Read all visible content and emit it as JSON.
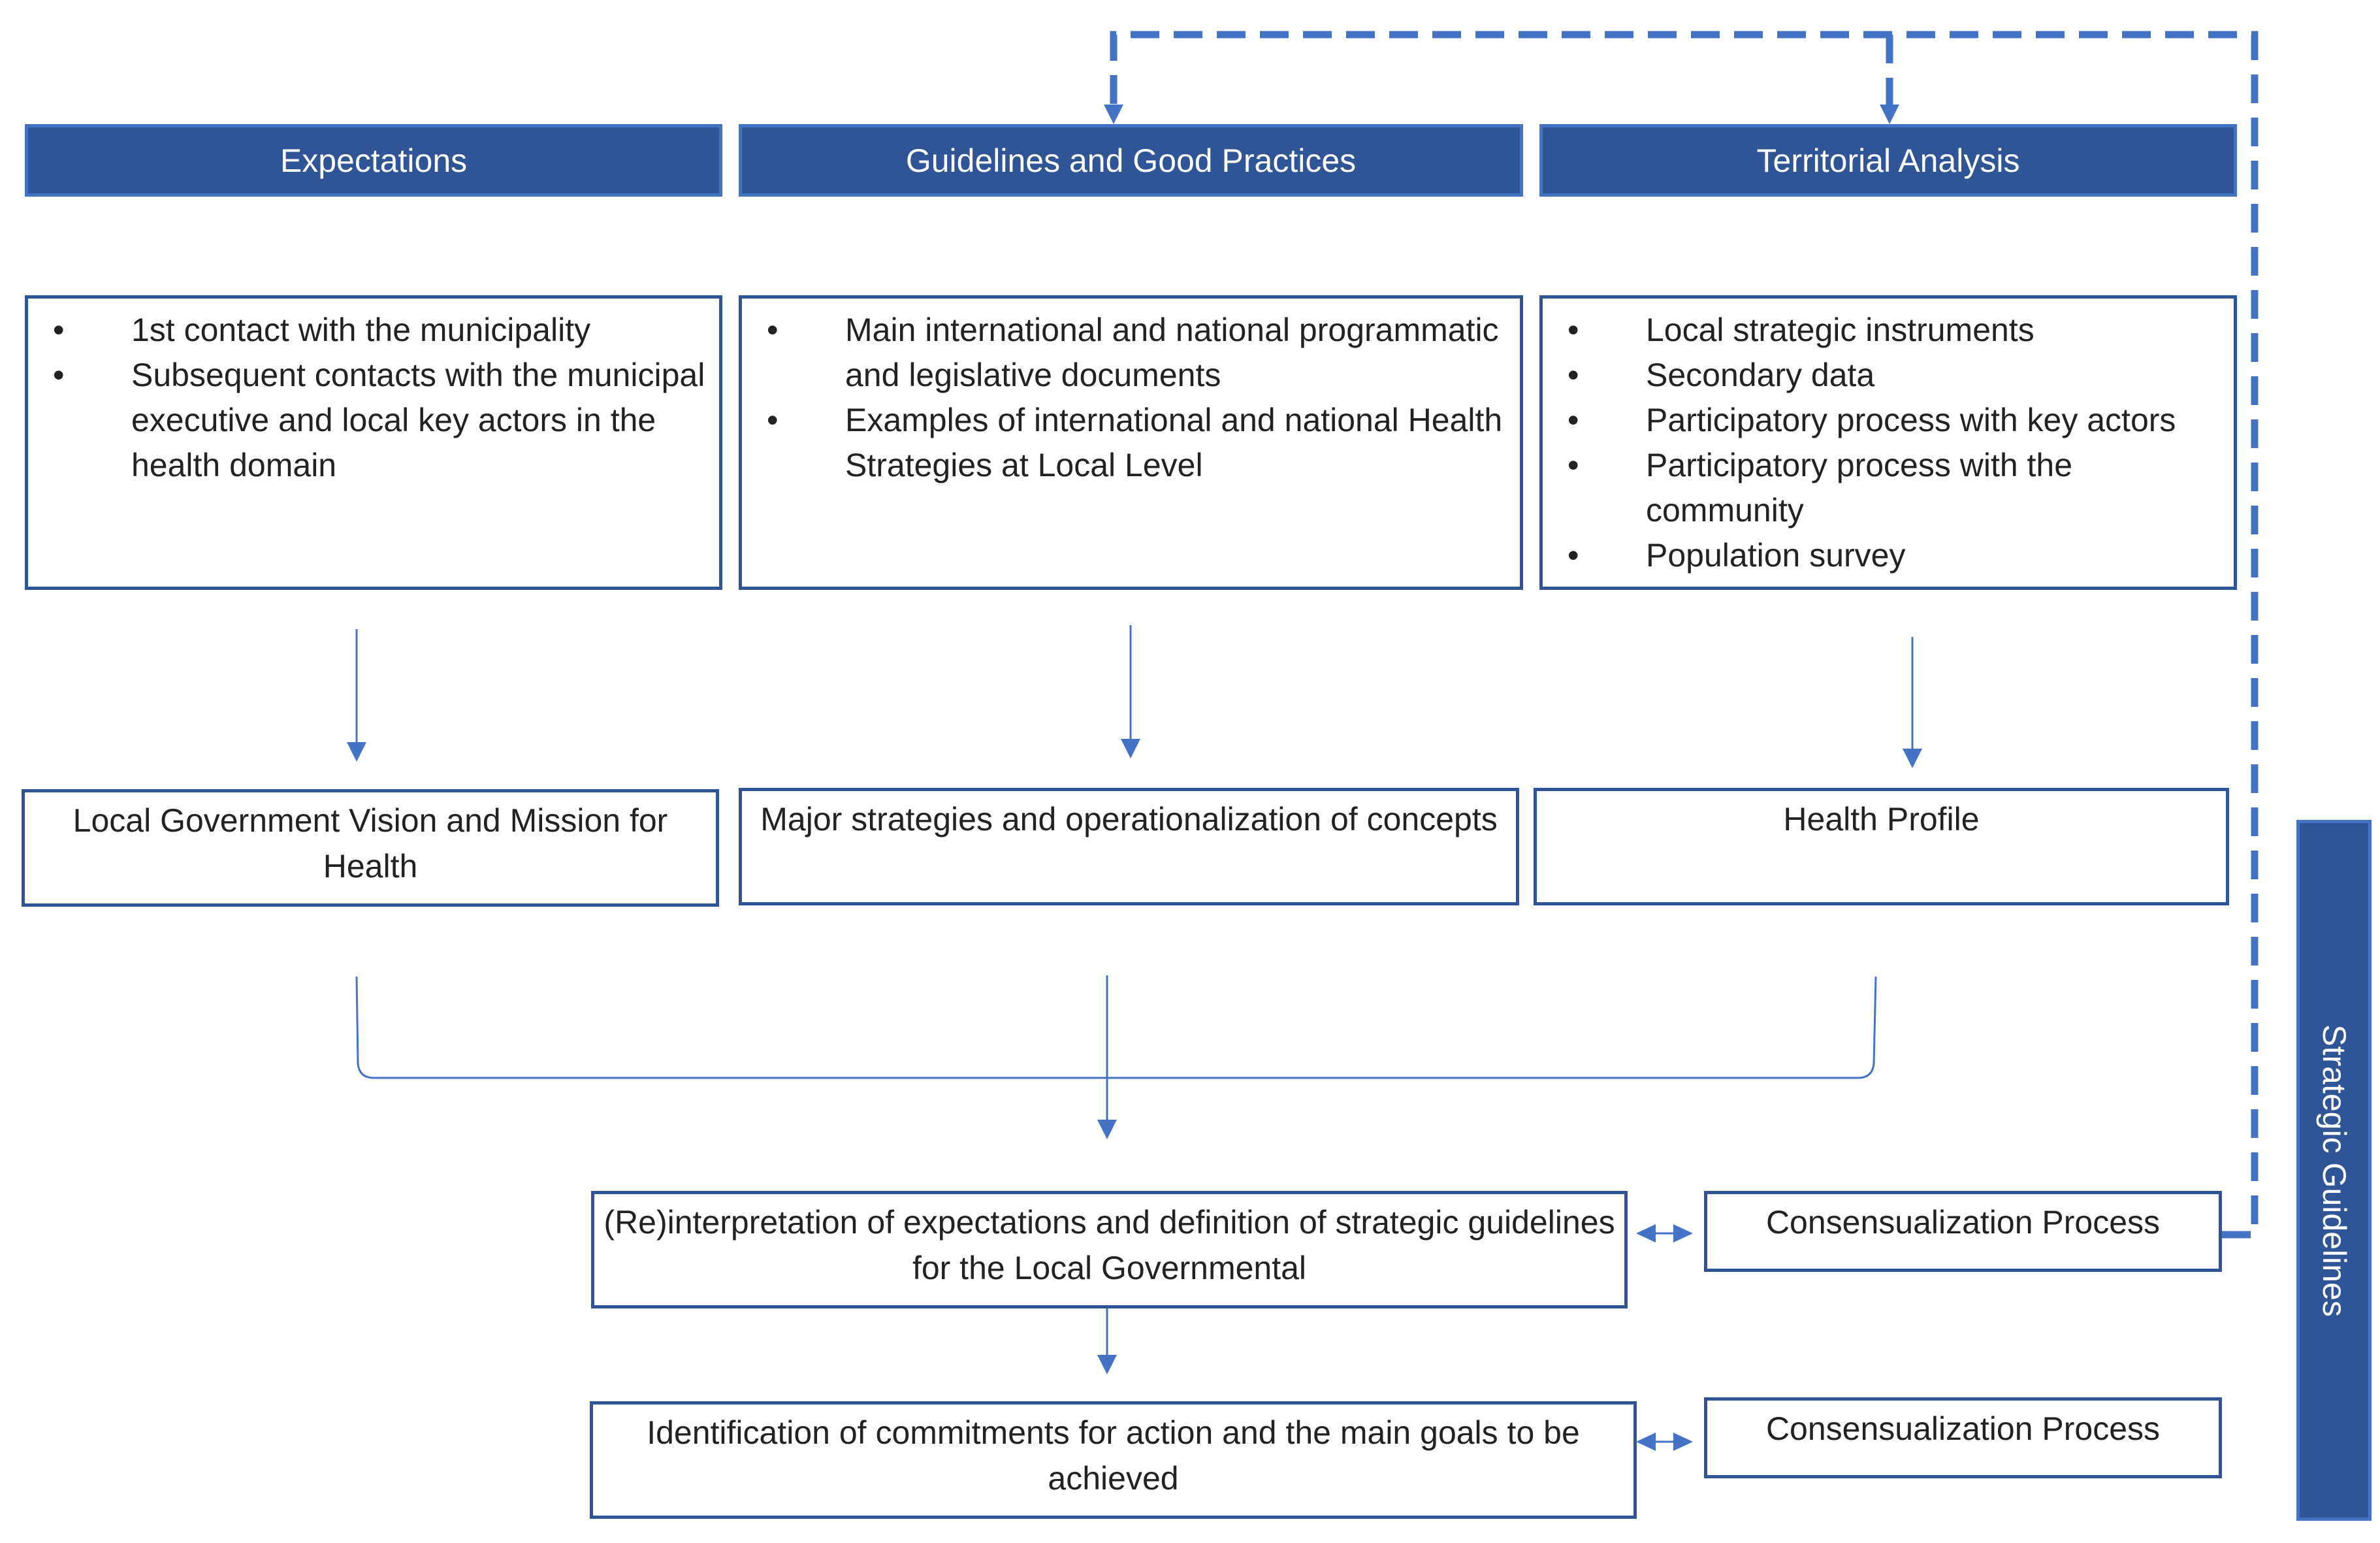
{
  "headers": {
    "expectations": "Expectations",
    "guidelines": "Guidelines and Good Practices",
    "territorial": "Territorial Analysis"
  },
  "lists": {
    "expectations": [
      "1st contact with the municipality",
      "Subsequent contacts with the municipal executive and local key actors in the health domain"
    ],
    "guidelines": [
      "Main international and national programmatic and legislative documents",
      "Examples of international and national Health Strategies at Local Level"
    ],
    "territorial": [
      "Local strategic instruments",
      "Secondary data",
      "Participatory process with key actors",
      "Participatory process with the community",
      "Population survey"
    ]
  },
  "outputs": {
    "vision": "Local Government Vision and Mission for Health",
    "strategies": "Major strategies and operationalization of concepts",
    "profile": "Health Profile"
  },
  "synthesis": {
    "reinterpretation": "(Re)interpretation of expectations and definition of strategic guidelines for the Local Governmental",
    "commitments": "Identification of commitments for action and the main goals to be achieved",
    "consensus_1": "Consensualization Process",
    "consensus_2": "Consensualization Process"
  },
  "sidebar": {
    "label": "Strategic Guidelines"
  },
  "colors": {
    "dark_blue": "#2f5597",
    "medium_blue": "#4472c4",
    "text": "#222222"
  }
}
